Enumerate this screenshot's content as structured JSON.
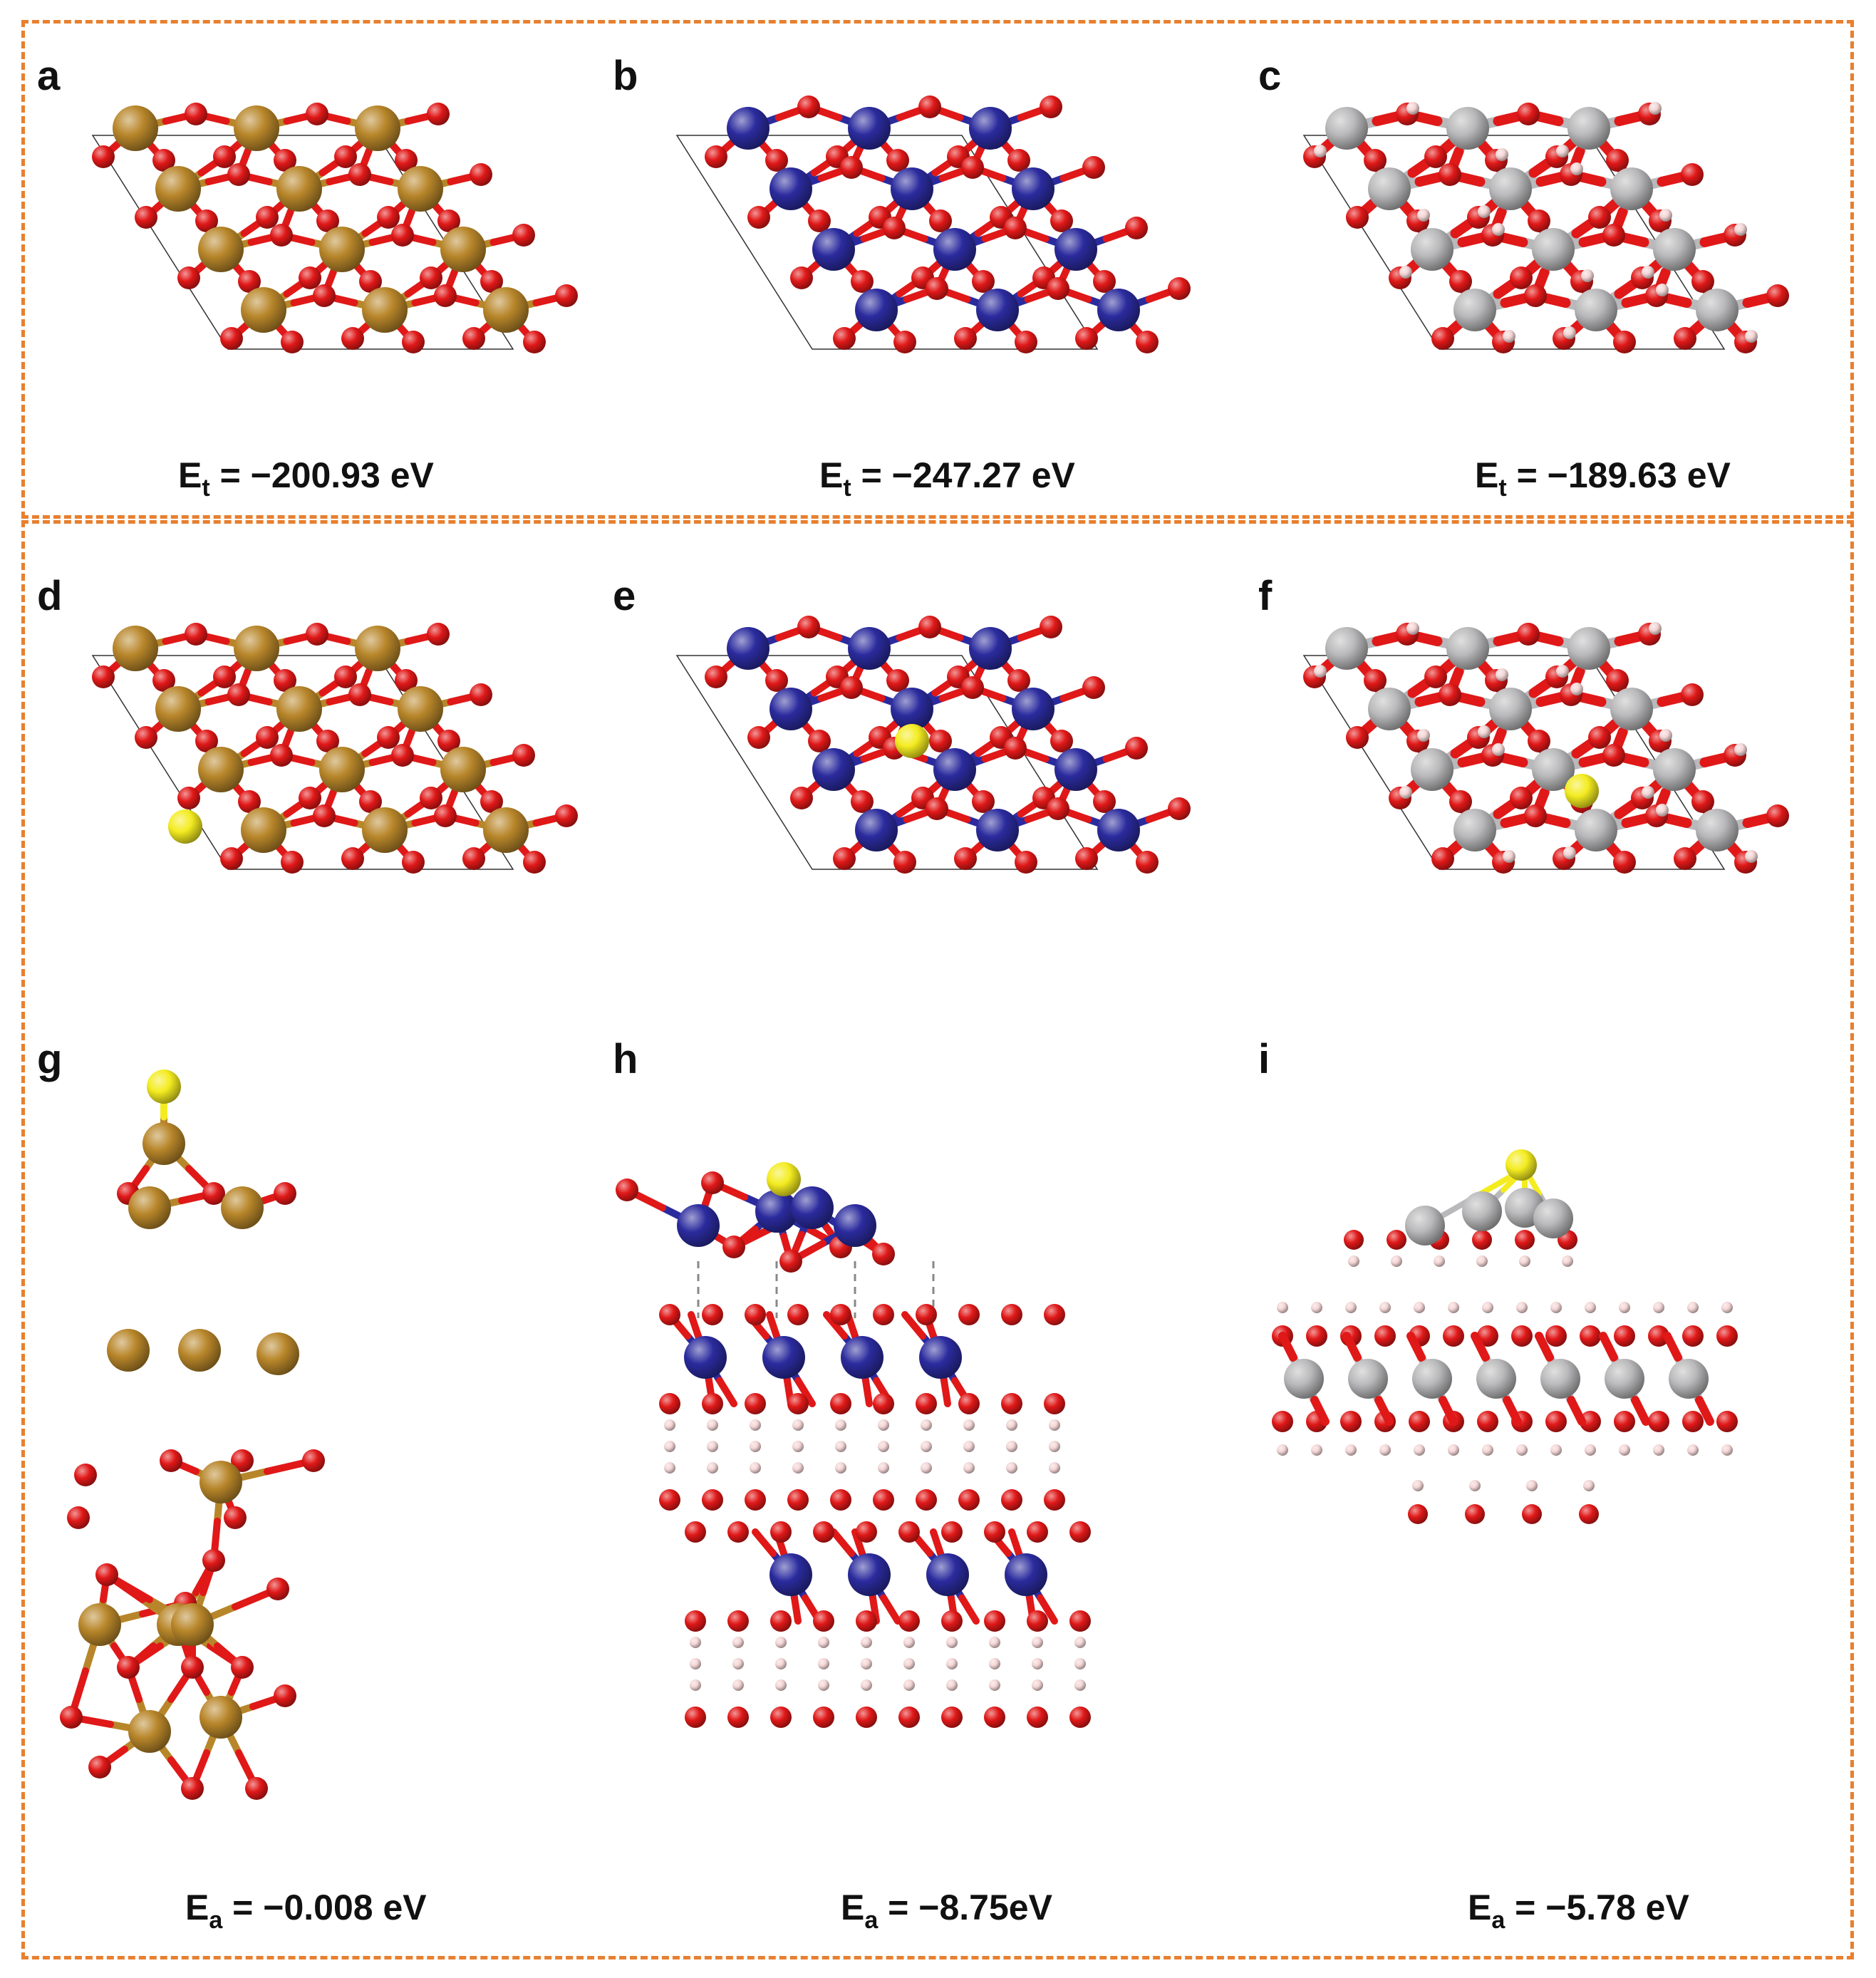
{
  "colors": {
    "frame": "#e8802f",
    "fe_atom": "#b8862a",
    "co_atom": "#2b2b9e",
    "ni_atom": "#b9b9bb",
    "o_atom": "#e01818",
    "h_atom": "#f4d6d6",
    "s_atom": "#f4ec20"
  },
  "panels": [
    {
      "letter": "a",
      "label": "a",
      "energy": {
        "sym": "E",
        "sub": "t",
        "value": " = −200.93 eV"
      },
      "metal": "fe",
      "view": "top",
      "adsorbate": false
    },
    {
      "letter": "b",
      "label": "b",
      "energy": {
        "sym": "E",
        "sub": "t",
        "value": " = −247.27 eV"
      },
      "metal": "co",
      "view": "top",
      "adsorbate": false
    },
    {
      "letter": "c",
      "label": "c",
      "energy": {
        "sym": "E",
        "sub": "t",
        "value": " = −189.63 eV"
      },
      "metal": "ni",
      "view": "top",
      "adsorbate": false
    },
    {
      "letter": "d",
      "label": "d",
      "metal": "fe",
      "view": "top",
      "adsorbate": true
    },
    {
      "letter": "e",
      "label": "e",
      "metal": "co",
      "view": "top",
      "adsorbate": true
    },
    {
      "letter": "f",
      "label": "f",
      "metal": "ni",
      "view": "top",
      "adsorbate": true
    },
    {
      "letter": "g",
      "label": "g",
      "energy": {
        "sym": "E",
        "sub": "a",
        "value": " = −0.008 eV"
      },
      "metal": "fe",
      "view": "side",
      "adsorbate": true
    },
    {
      "letter": "h",
      "label": "h",
      "energy": {
        "sym": "E",
        "sub": "a",
        "value": " = −8.75eV"
      },
      "metal": "co",
      "view": "side",
      "adsorbate": true
    },
    {
      "letter": "i",
      "label": "i",
      "energy": {
        "sym": "E",
        "sub": "a",
        "value": " = −5.78 eV"
      },
      "metal": "ni",
      "view": "side",
      "adsorbate": true
    }
  ]
}
